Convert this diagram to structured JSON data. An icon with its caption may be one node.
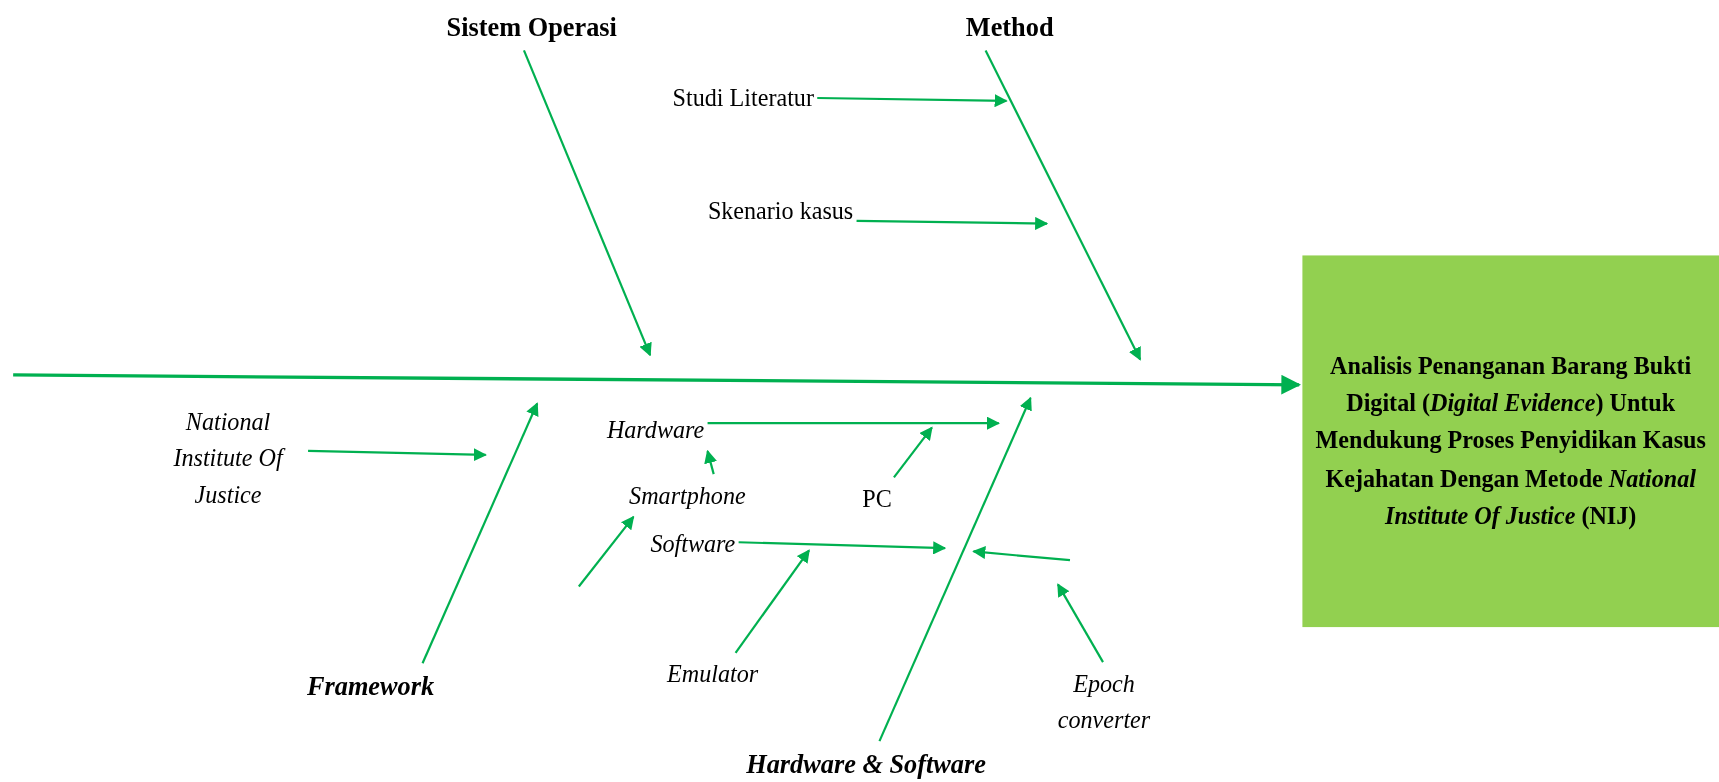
{
  "diagram": {
    "nodes": [
      {
        "text": [
          "Sistem Operasi"
        ]
      },
      {
        "text": [
          "Method"
        ]
      },
      {
        "text": [
          "Studi Literatur"
        ]
      },
      {
        "text": [
          "Skenario kasus"
        ]
      },
      {
        "text": [
          "National Institute Of Justice"
        ]
      },
      {
        "text": [
          "Hardware"
        ]
      },
      {
        "text": [
          "Smartphone"
        ]
      },
      {
        "text": [
          "PC"
        ]
      },
      {
        "text": [
          "Software"
        ]
      },
      {
        "text": [
          "Emulator"
        ]
      },
      {
        "text": [
          "Epoch converter"
        ]
      },
      {
        "text": [
          "Framework"
        ]
      },
      {
        "text": [
          "Hardware & Software"
        ]
      },
      {
        "text": [
          "Analisis Penanganan Barang Bukti Digital (*Digital Evidence*) Untuk Mendukung Proses Penyidikan Kasus Kejahatan Dengan Metode *National Institute Of Justice* (NIJ)"
        ]
      }
    ],
    "edges": [
      {
        "from": null,
        "to": 13,
        "arrow": "to"
      },
      {
        "from": 0,
        "to": null,
        "arrow": "to"
      },
      {
        "from": 1,
        "to": null,
        "arrow": "to"
      },
      {
        "from": 2,
        "to": null,
        "arrow": "to"
      },
      {
        "from": 3,
        "to": null,
        "arrow": "to"
      },
      {
        "from": 11,
        "to": null,
        "arrow": "to"
      },
      {
        "from": 4,
        "to": null,
        "arrow": "to"
      },
      {
        "from": 12,
        "to": null,
        "arrow": "to"
      },
      {
        "from": 5,
        "to": null,
        "arrow": "to"
      },
      {
        "from": 6,
        "to": 5,
        "arrow": "to"
      },
      {
        "from": 7,
        "to": null,
        "arrow": "to"
      },
      {
        "from": 8,
        "to": null,
        "arrow": "to"
      },
      {
        "from": null,
        "to": 6,
        "arrow": "to"
      },
      {
        "from": 9,
        "to": null,
        "arrow": "to"
      },
      {
        "from": 10,
        "to": null,
        "arrow": "to"
      }
    ]
  }
}
